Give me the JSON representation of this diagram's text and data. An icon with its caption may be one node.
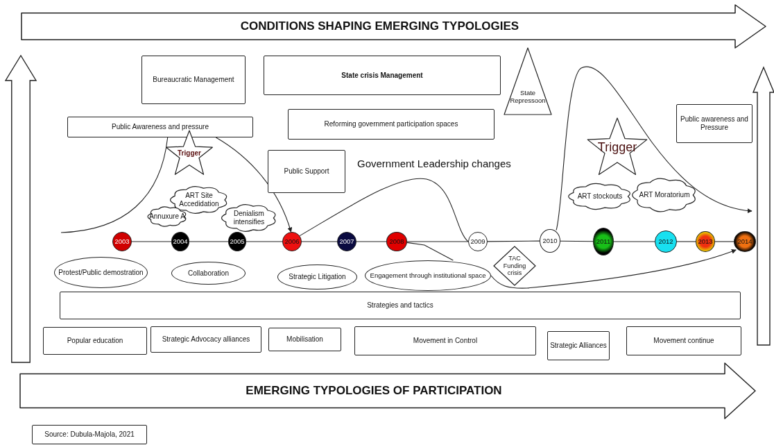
{
  "diagram": {
    "nodes": [
      {
        "text": [
          "CONDITIONS SHAPING EMERGING TYPOLOGIES"
        ]
      },
      {
        "text": [
          "Bureaucratic Management"
        ]
      },
      {
        "text": [
          "State crisis Management"
        ]
      },
      {
        "text": [
          "State Repressoon"
        ]
      },
      {
        "text": [
          "Public Awareness and pressure"
        ]
      },
      {
        "text": [
          "Reforming government participation spaces"
        ]
      },
      {
        "text": [
          "Public awareness and Pressure"
        ]
      },
      {
        "text": [
          "Trigger"
        ]
      },
      {
        "text": [
          "Trigger"
        ]
      },
      {
        "text": [
          "Public Support"
        ]
      },
      {
        "text": [
          "ART Site Accedidation"
        ]
      },
      {
        "text": [
          "ART stockouts"
        ]
      },
      {
        "text": [
          "ART Moratorium"
        ]
      },
      {
        "text": [
          "Annuxure A"
        ]
      },
      {
        "text": [
          "Denialism intensifies"
        ]
      },
      {
        "text": [
          "2003"
        ]
      },
      {
        "text": [
          "2004"
        ]
      },
      {
        "text": [
          "2005"
        ]
      },
      {
        "text": [
          "2006"
        ]
      },
      {
        "text": [
          "2007"
        ]
      },
      {
        "text": [
          "2008"
        ]
      },
      {
        "text": [
          "2009"
        ]
      },
      {
        "text": [
          "2010"
        ]
      },
      {
        "text": [
          "2011"
        ]
      },
      {
        "text": [
          "2012"
        ]
      },
      {
        "text": [
          "2013"
        ]
      },
      {
        "text": [
          "2014"
        ]
      },
      {
        "text": [
          "Protest/Public demostration"
        ]
      },
      {
        "text": [
          "Collaboration"
        ]
      },
      {
        "text": [
          "Strategic Litigation"
        ]
      },
      {
        "text": [
          "Engagement through institutional space"
        ]
      },
      {
        "text": [
          "TAC Funding crisis"
        ]
      },
      {
        "text": [
          "Strategies and tactics"
        ]
      },
      {
        "text": [
          "Popular education"
        ]
      },
      {
        "text": [
          "Strategic Advocacy alliances"
        ]
      },
      {
        "text": [
          "Mobilisation"
        ]
      },
      {
        "text": [
          "Movement in Control"
        ]
      },
      {
        "text": [
          "Strategic Alliances"
        ]
      },
      {
        "text": [
          "Movement continue"
        ]
      },
      {
        "text": [
          "EMERGING TYPOLOGIES OF PARTICIPATION"
        ]
      },
      {
        "text": [
          "Source: Dubula-Majola, 2021"
        ]
      }
    ],
    "edges": [
      {
        "from": null,
        "to": 4,
        "arrow": "none"
      },
      {
        "from": 4,
        "to": 18,
        "arrow": "to"
      },
      {
        "from": 18,
        "to": 21,
        "arrow": "none"
      },
      {
        "from": 20,
        "to": 30,
        "arrow": "none"
      },
      {
        "from": 30,
        "to": 26,
        "arrow": "to"
      },
      {
        "from": 22,
        "to": null,
        "arrow": "to"
      },
      {
        "from": 15,
        "to": 16,
        "arrow": "none"
      },
      {
        "from": 16,
        "to": 17,
        "arrow": "none"
      },
      {
        "from": 17,
        "to": 18,
        "arrow": "none"
      },
      {
        "from": 18,
        "to": 19,
        "arrow": "none"
      },
      {
        "from": 19,
        "to": 20,
        "arrow": "none"
      },
      {
        "from": 20,
        "to": 21,
        "arrow": "none"
      },
      {
        "from": 21,
        "to": 22,
        "arrow": "none"
      },
      {
        "from": 22,
        "to": 23,
        "arrow": "none"
      },
      {
        "from": 23,
        "to": 24,
        "arrow": "none"
      },
      {
        "from": 24,
        "to": 25,
        "arrow": "none"
      },
      {
        "from": 25,
        "to": 26,
        "arrow": "none"
      }
    ],
    "labels": [
      "Government Leadership changes"
    ]
  }
}
